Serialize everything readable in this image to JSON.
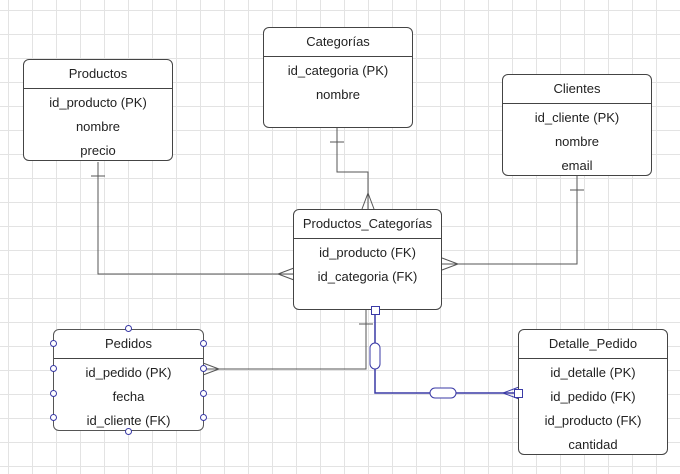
{
  "entities": {
    "productos": {
      "title": "Productos",
      "attributes": [
        "id_producto (PK)",
        "nombre",
        "precio"
      ]
    },
    "categorias": {
      "title": "Categorías",
      "attributes": [
        "id_categoria (PK)",
        "nombre"
      ]
    },
    "clientes": {
      "title": "Clientes",
      "attributes": [
        "id_cliente (PK)",
        "nombre",
        "email"
      ]
    },
    "productos_categorias": {
      "title": "Productos_Categorías",
      "attributes": [
        "id_producto (FK)",
        "id_categoria (FK)"
      ]
    },
    "pedidos": {
      "title": "Pedidos",
      "attributes": [
        "id_pedido (PK)",
        "fecha",
        "id_cliente (FK)"
      ]
    },
    "detalle_pedido": {
      "title": "Detalle_Pedido",
      "attributes": [
        "id_detalle (PK)",
        "id_pedido (FK)",
        "id_producto (FK)",
        "cantidad"
      ]
    }
  },
  "colors": {
    "line": "#555555",
    "selected_edge": "#3a3aa6",
    "grid": "#e3e3e3"
  }
}
